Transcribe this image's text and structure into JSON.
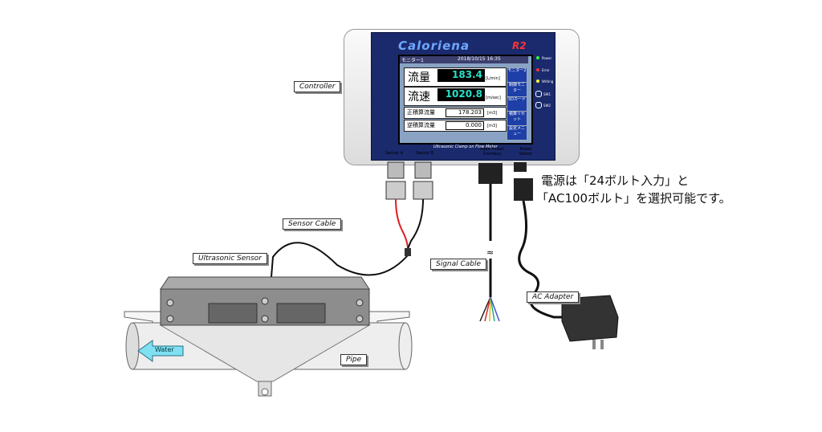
{
  "labels": {
    "controller": "Controller",
    "sensor_cable": "Sensor Cable",
    "ultrasonic_sensor": "Ultrasonic Sensor",
    "signal_cable": "Signal Cable",
    "ac_adapter": "AC Adapter",
    "water": "Water",
    "pipe": "Pipe"
  },
  "note": {
    "line1": "電源は「24ボルト入力」と",
    "line2": "「AC100ボルト」を選択可能です。"
  },
  "device": {
    "brand": "Caloriena",
    "model": "R2",
    "subtitle": "Ultrasonic Clamp on Flow Meter",
    "screen_header_left": "モニター1",
    "screen_header_right": "2018/10/15 16:35",
    "flow_label": "流量",
    "flow_value": "183.4",
    "flow_unit": "[L/min]",
    "speed_label": "流速",
    "speed_value": "1020.8",
    "speed_unit": "[m/sec]",
    "fwd_label": "正積算流量",
    "fwd_value": "178.203",
    "fwd_unit": "[m3]",
    "rev_label": "逆積算流量",
    "rev_value": "0.000",
    "rev_unit": "[m3]",
    "buttons": [
      "モニター2",
      "制御モニター",
      "SDカード",
      "積算リセット",
      "設定メニュー"
    ],
    "leds": [
      "Power",
      "Error",
      "Writing",
      "SW1",
      "SW2"
    ],
    "ports": [
      "Sensor A",
      "Sensor B",
      "Input Power Interface",
      "Power Switch"
    ]
  },
  "colors": {
    "panel": "#1a2a6c",
    "screen": "#8aa3c4",
    "value_text": "#27e0c8",
    "sensor_cable_red": "#e02020"
  }
}
